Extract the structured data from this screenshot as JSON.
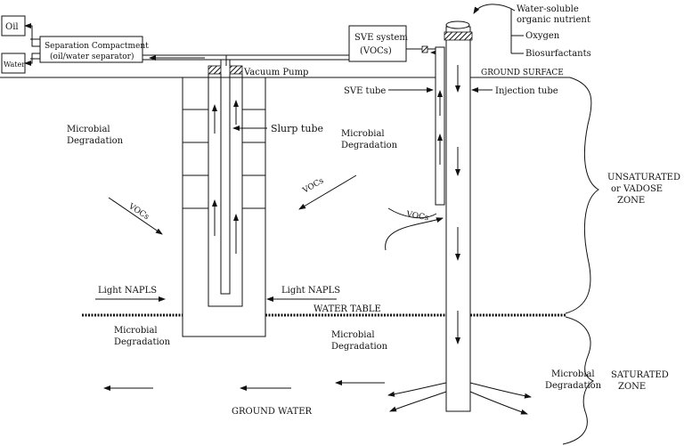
{
  "labels": {
    "oil": "Oil",
    "water": "Water",
    "separation_line1": "Separation Compactment",
    "separation_line2": "(oil/water separator)",
    "sve_system_line1": "SVE system",
    "sve_system_line2": "(VOCs)",
    "water_soluble_line1": "Water-soluble",
    "water_soluble_line2": "organic nutrient",
    "oxygen": "Oxygen",
    "biosurfactants": "Biosurfactants",
    "vacuum_pump": "Vacuum Pump",
    "ground_surface": "GROUND SURFACE",
    "sve_tube": "SVE tube",
    "injection_tube": "Injection tube",
    "slurp_tube": "Slurp tube",
    "microbial_degradation_left_1": "Microbial",
    "microbial_degradation_left_2": "Degradation",
    "microbial_degradation_mid_1": "Microbial",
    "microbial_degradation_mid_2": "Degradation",
    "vocs_left": "VOCs",
    "vocs_mid": "VOCs",
    "vocs_right": "VOCs",
    "unsaturated_line1": "UNSATURATED",
    "unsaturated_line2": "or VADOSE",
    "unsaturated_line3": "ZONE",
    "light_napls_left": "Light NAPLS",
    "light_napls_mid": "Light NAPLS",
    "water_table": "WATER TABLE",
    "microbial_degradation_low_left_1": "Microbial",
    "microbial_degradation_low_left_2": "Degradation",
    "microbial_degradation_low_mid_1": "Microbial",
    "microbial_degradation_low_mid_2": "Degradation",
    "microbial_degradation_right_1": "Microbial",
    "microbial_degradation_right_2": "Degradation",
    "saturated_line1": "SATURATED",
    "saturated_line2": "ZONE",
    "ground_water": "GROUND WATER"
  }
}
